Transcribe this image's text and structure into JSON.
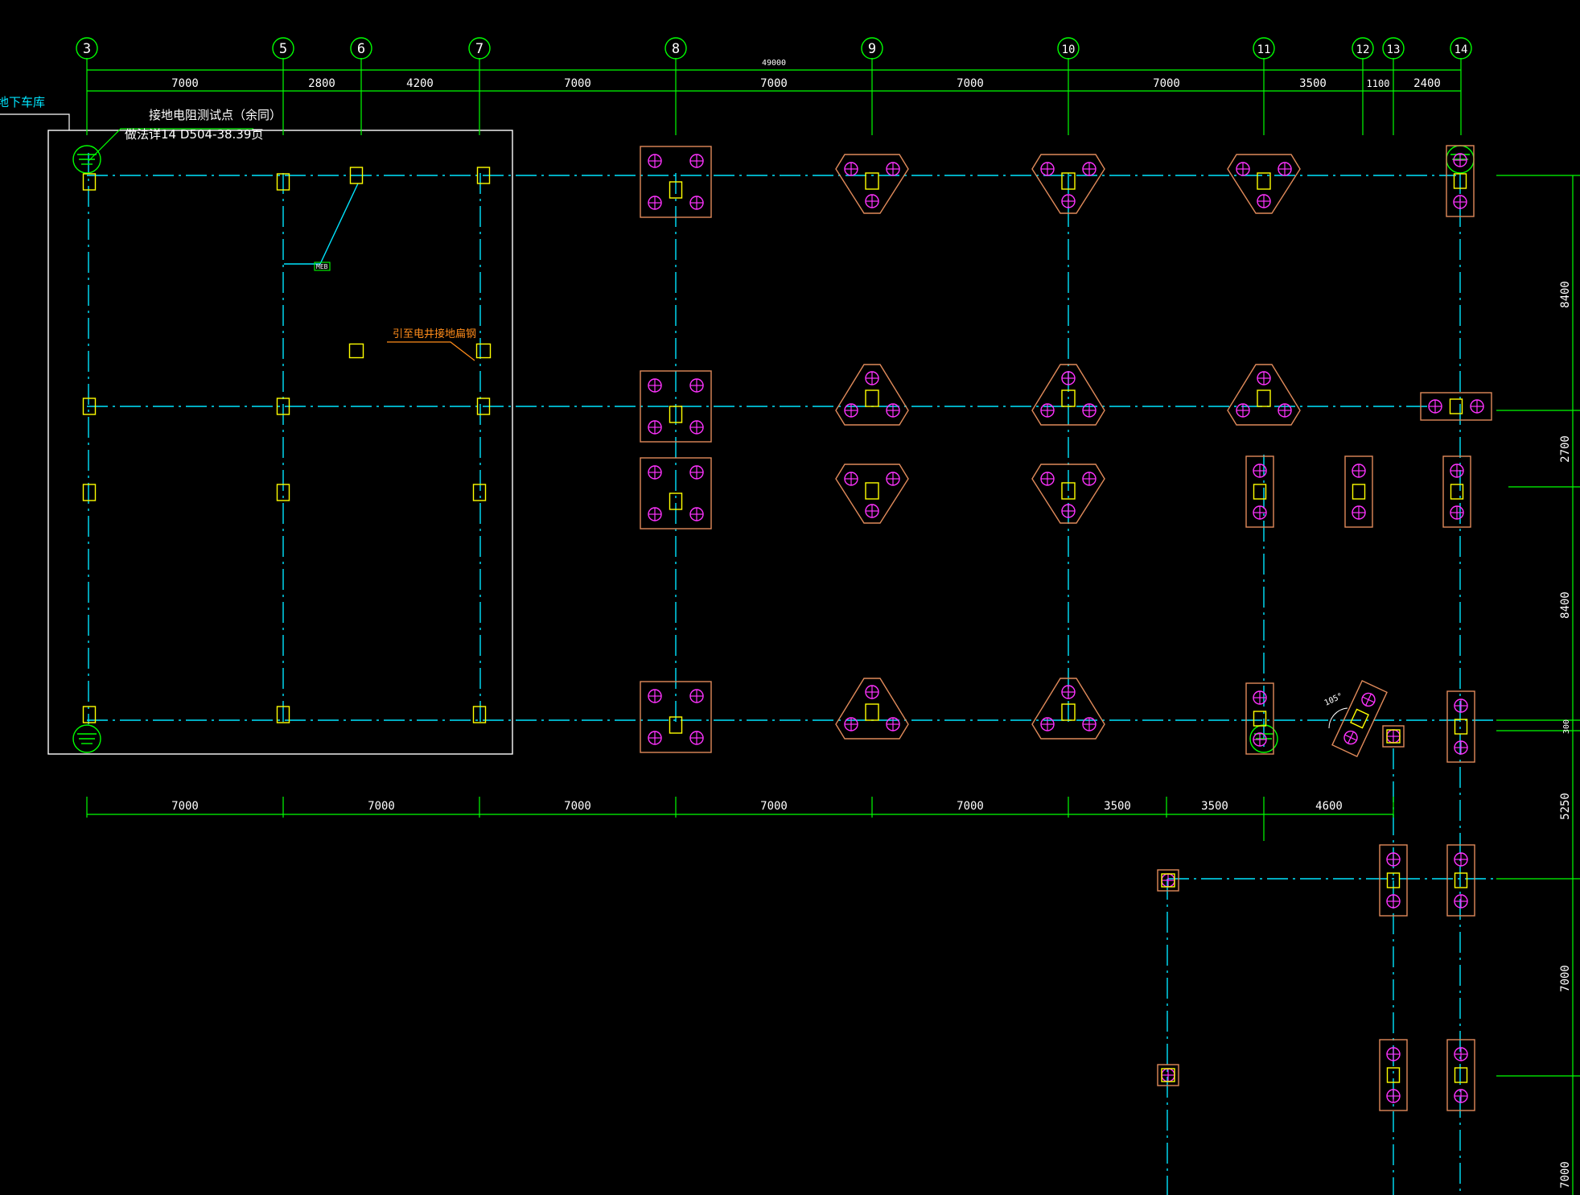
{
  "drawing": {
    "colors": {
      "background": "#000000",
      "axis_bubble": "#00ff00",
      "dimension": "#00ff00",
      "grounding_line": "#00e5ff",
      "pile_cap": "#e08a5a",
      "pile": "#ff33ff",
      "column": "#ffff00",
      "boundary": "#ffffff",
      "leader_orange": "#ff8c1a"
    },
    "axis_labels": [
      "3",
      "5",
      "6",
      "7",
      "8",
      "9",
      "10",
      "11",
      "12",
      "13",
      "14"
    ],
    "total_dimension": "49000",
    "top_dimensions": [
      "7000",
      "2800",
      "4200",
      "7000",
      "7000",
      "7000",
      "7000",
      "3500",
      "1100",
      "2400"
    ],
    "bottom_dimensions": [
      "7000",
      "7000",
      "7000",
      "7000",
      "7000",
      "3500",
      "3500",
      "4600"
    ],
    "right_dimensions": [
      "8400",
      "2700",
      "8400",
      "300",
      "5250",
      "7000",
      "7000"
    ],
    "notes": {
      "test_point_line1": "接地电阻测试点（余同）",
      "test_point_line2": "做法详14 D504-38.39页",
      "lead_to_well": "引至电井接地扁钢",
      "garage": "地下车库",
      "meb_tag": "MEB",
      "angle": "105°"
    }
  }
}
